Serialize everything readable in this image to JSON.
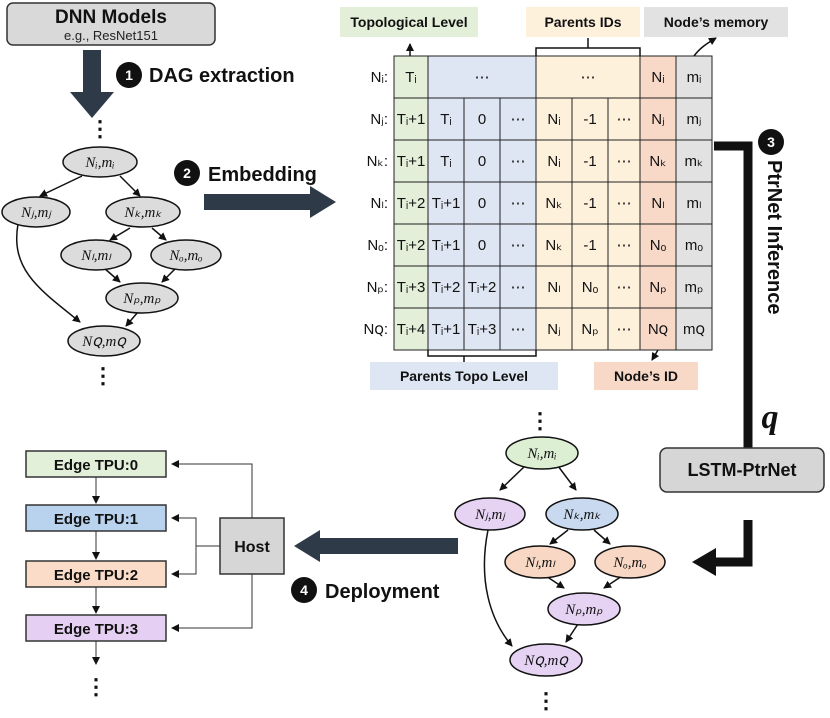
{
  "dnn_models": {
    "title": "DNN Models",
    "subtitle": "e.g., ResNet151"
  },
  "steps": [
    {
      "number": "1",
      "label": "DAG extraction"
    },
    {
      "number": "2",
      "label": "Embedding"
    },
    {
      "number": "3",
      "label": "PtrNet Inference"
    },
    {
      "number": "4",
      "label": "Deployment"
    }
  ],
  "table_headers": {
    "topological_level": "Topological Level",
    "parents_ids": "Parents IDs",
    "nodes_memory": "Node’s memory",
    "parents_topo_level": "Parents Topo Level",
    "nodes_id": "Node’s ID"
  },
  "table_rows": [
    {
      "label": "Nᵢ:",
      "cells": [
        "Tᵢ",
        "",
        "⋯",
        "",
        "",
        "⋯",
        "",
        "Nᵢ",
        "mᵢ"
      ]
    },
    {
      "label": "Nⱼ:",
      "cells": [
        "Tᵢ+1",
        "Tᵢ",
        "0",
        "⋯",
        "Nᵢ",
        "-1",
        "⋯",
        "Nⱼ",
        "mⱼ"
      ]
    },
    {
      "label": "Nₖ:",
      "cells": [
        "Tᵢ+1",
        "Tᵢ",
        "0",
        "⋯",
        "Nᵢ",
        "-1",
        "⋯",
        "Nₖ",
        "mₖ"
      ]
    },
    {
      "label": "Nₗ:",
      "cells": [
        "Tᵢ+2",
        "Tᵢ+1",
        "0",
        "⋯",
        "Nₖ",
        "-1",
        "⋯",
        "Nₗ",
        "mₗ"
      ]
    },
    {
      "label": "Nₒ:",
      "cells": [
        "Tᵢ+2",
        "Tᵢ+1",
        "0",
        "⋯",
        "Nₖ",
        "-1",
        "⋯",
        "Nₒ",
        "mₒ"
      ]
    },
    {
      "label": "Nₚ:",
      "cells": [
        "Tᵢ+3",
        "Tᵢ+2",
        "Tᵢ+2",
        "⋯",
        "Nₗ",
        "Nₒ",
        "⋯",
        "Nₚ",
        "mₚ"
      ]
    },
    {
      "label": "Nꞯ:",
      "cells": [
        "Tᵢ+4",
        "Tᵢ+1",
        "Tᵢ+3",
        "⋯",
        "Nⱼ",
        "Nₚ",
        "⋯",
        "Nꞯ",
        "mꞯ"
      ]
    }
  ],
  "dag_nodes": [
    {
      "id": "i",
      "label": "Nᵢ,mᵢ"
    },
    {
      "id": "j",
      "label": "Nⱼ,mⱼ"
    },
    {
      "id": "k",
      "label": "Nₖ,mₖ"
    },
    {
      "id": "l",
      "label": "Nₗ,mₗ"
    },
    {
      "id": "o",
      "label": "Nₒ,mₒ"
    },
    {
      "id": "p",
      "label": "Nₚ,mₚ"
    },
    {
      "id": "q",
      "label": "Nꞯ,mꞯ"
    }
  ],
  "lstm_label": "LSTM-PtrNet",
  "q_label": "q",
  "host_label": "Host",
  "edge_tpus": [
    "Edge TPU:0",
    "Edge TPU:1",
    "Edge TPU:2",
    "Edge TPU:3"
  ],
  "ellipsis_v": "⋮",
  "colors": {
    "topo": "#e3efd9",
    "parents_topo": "#dfe6f3",
    "parents_ids": "#fdf1dc",
    "node_id": "#f8d9c8",
    "memory": "#e2e2e2",
    "node_gray": "#dcdcdc",
    "node_green": "#dcefd3",
    "node_blue": "#c9d9ef",
    "node_purple": "#e6d3f4",
    "node_orange": "#f8d7c4",
    "tpu0": "#e2efd9",
    "tpu1": "#b9d3ee",
    "tpu2": "#fbdcc8",
    "tpu3": "#e5cff2",
    "box_gray": "#d6d6d6",
    "arrow_dark": "#2f3a48"
  }
}
